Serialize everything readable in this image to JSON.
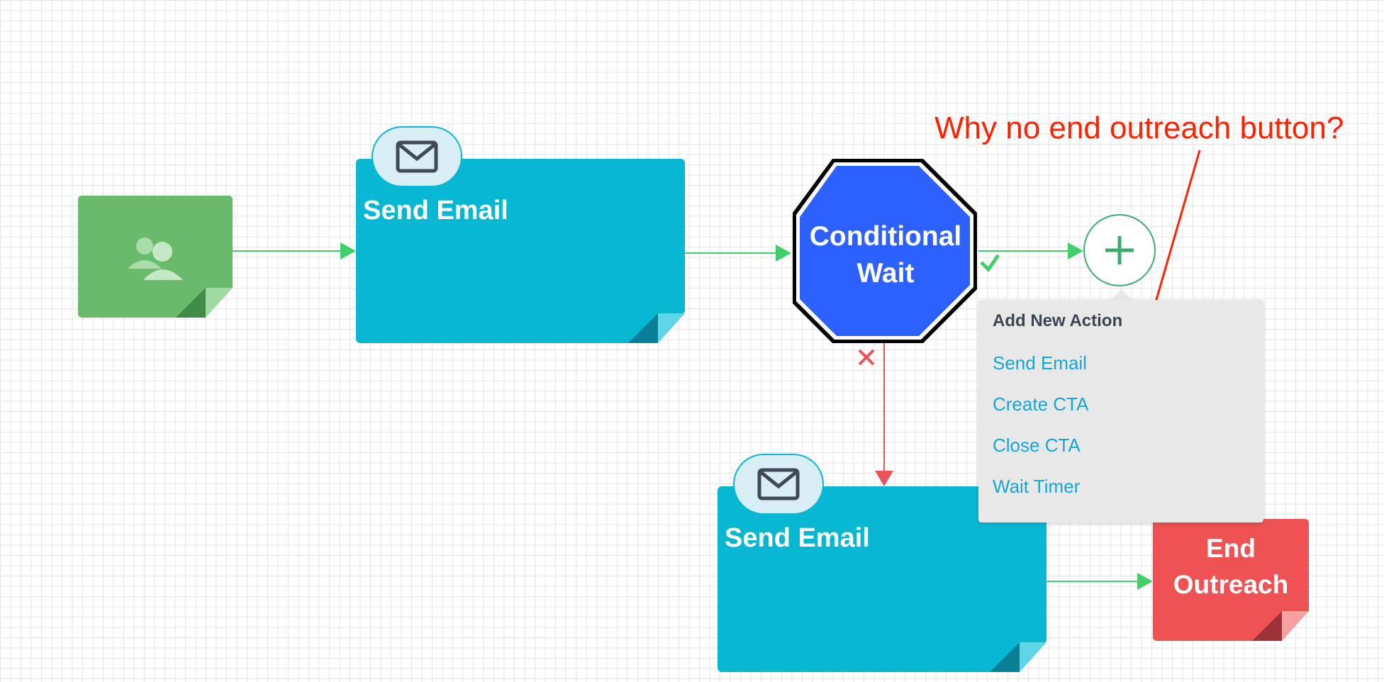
{
  "nodes": {
    "start": {
      "icon": "people-icon"
    },
    "send_email_1": {
      "title": "Send Email",
      "icon": "mail-icon"
    },
    "conditional_wait": {
      "title_line1": "Conditional",
      "title_line2": "Wait"
    },
    "send_email_2": {
      "title": "Send Email",
      "icon": "mail-icon"
    },
    "end_outreach": {
      "title_line1": "End",
      "title_line2": "Outreach"
    }
  },
  "branch_markers": {
    "yes_icon": "checkmark-icon",
    "no_icon": "x-icon"
  },
  "add_button": {
    "icon": "plus-icon"
  },
  "action_menu": {
    "header": "Add New Action",
    "items": [
      "Send Email",
      "Create CTA",
      "Close CTA",
      "Wait Timer"
    ]
  },
  "annotation": {
    "text": "Why no end outreach button?"
  },
  "colors": {
    "email_card": "#08b8d3",
    "start_node": "#67bb6a",
    "wait_node": "#2c61ff",
    "end_node": "#ee5253",
    "yes_path": "#3fcf6b",
    "no_path": "#e8545a",
    "menu_link": "#16a6d9",
    "annotation": "#ff2200"
  }
}
